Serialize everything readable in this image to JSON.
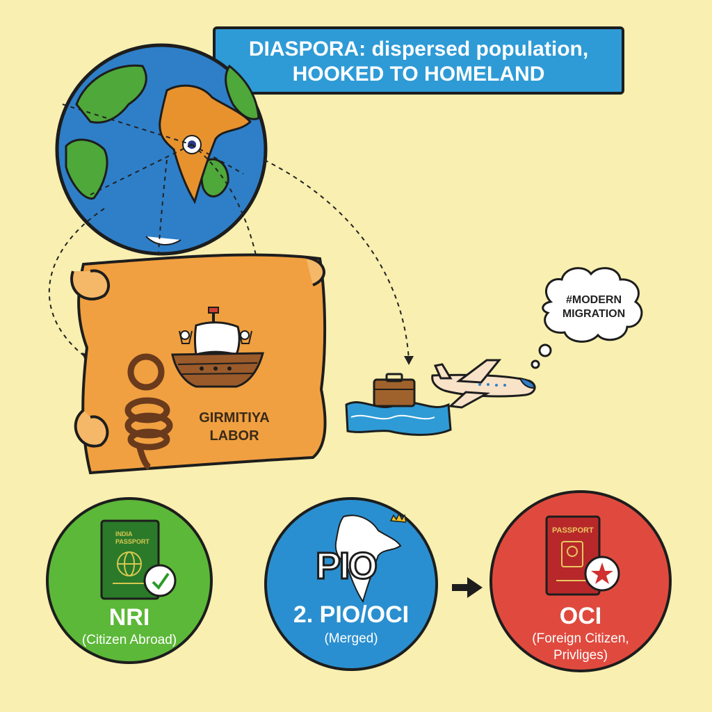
{
  "title": {
    "line1": "DIASPORA: dispersed population,",
    "line2": "HOOKED TO HOMELAND"
  },
  "scroll": {
    "label_line1": "GIRMITIYA",
    "label_line2": "LABOR"
  },
  "thought_bubble": {
    "line1": "#MODERN",
    "line2": "MIGRATION"
  },
  "categories": [
    {
      "title": "NRI",
      "subtitle": "(Citizen Abroad)",
      "color": "#5cb838",
      "icon": "green-passport-icon",
      "passport_text_line1": "INDIA",
      "passport_text_line2": "PASSPORT"
    },
    {
      "title": "2. PIO/OCI",
      "subtitle": "(Merged)",
      "color": "#2a8fd0",
      "icon": "india-map-pio-icon",
      "logo_text": "PIO"
    },
    {
      "title": "OCI",
      "subtitle_line1": "(Foreign Citizen,",
      "subtitle_line2": "Privliges)",
      "color": "#e04a3e",
      "icon": "red-passport-icon",
      "passport_text": "PASSPORT"
    }
  ],
  "colors": {
    "background": "#f8efb0",
    "ocean": "#2e7fc8",
    "land": "#4ea83a",
    "india": "#e8922e",
    "scroll": "#f0a040"
  }
}
